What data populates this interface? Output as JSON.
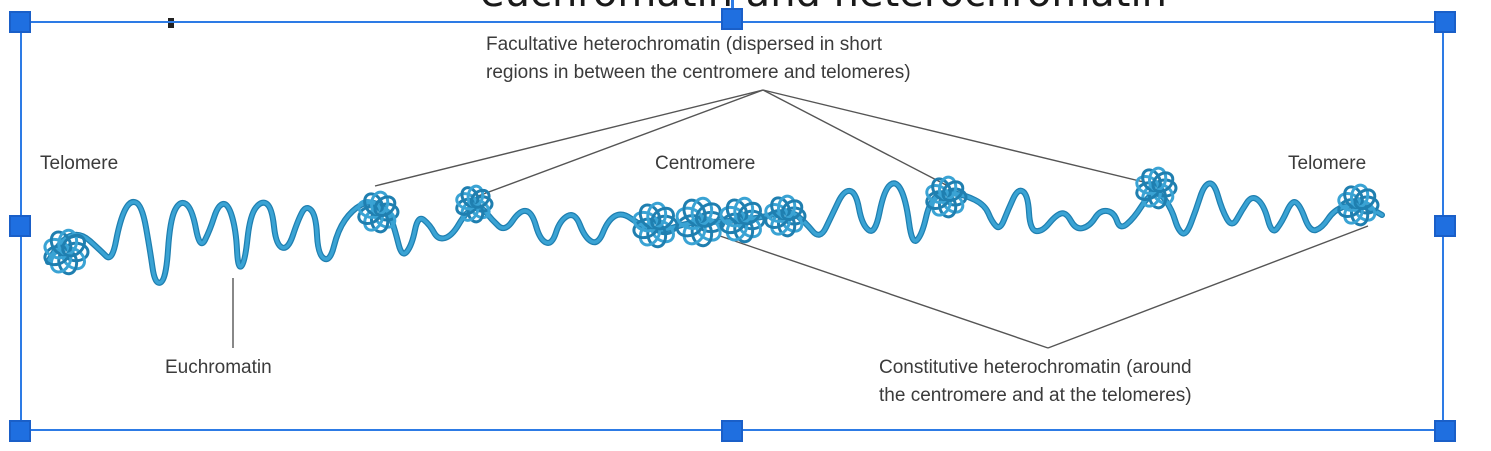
{
  "slide": {
    "title": "euchromatin and heterochromatin"
  },
  "diagram": {
    "labels": {
      "facultative_line1": "Facultative heterochromatin (dispersed in short",
      "facultative_line2": "regions in between the centromere and telomeres)",
      "telomere_left": "Telomere",
      "centromere": "Centromere",
      "telomere_right": "Telomere",
      "euchromatin": "Euchromatin",
      "constitutive_line1": "Constitutive heterochromatin (around",
      "constitutive_line2": "the centromere and at the telomeres)"
    },
    "colors": {
      "chromatin": "#3aa3d4",
      "chromatin_outline": "#1f7fb0",
      "leader_line": "#555555"
    }
  },
  "selection": {
    "handle_color": "#1f6fe0",
    "frame_color": "#2d7be5"
  }
}
